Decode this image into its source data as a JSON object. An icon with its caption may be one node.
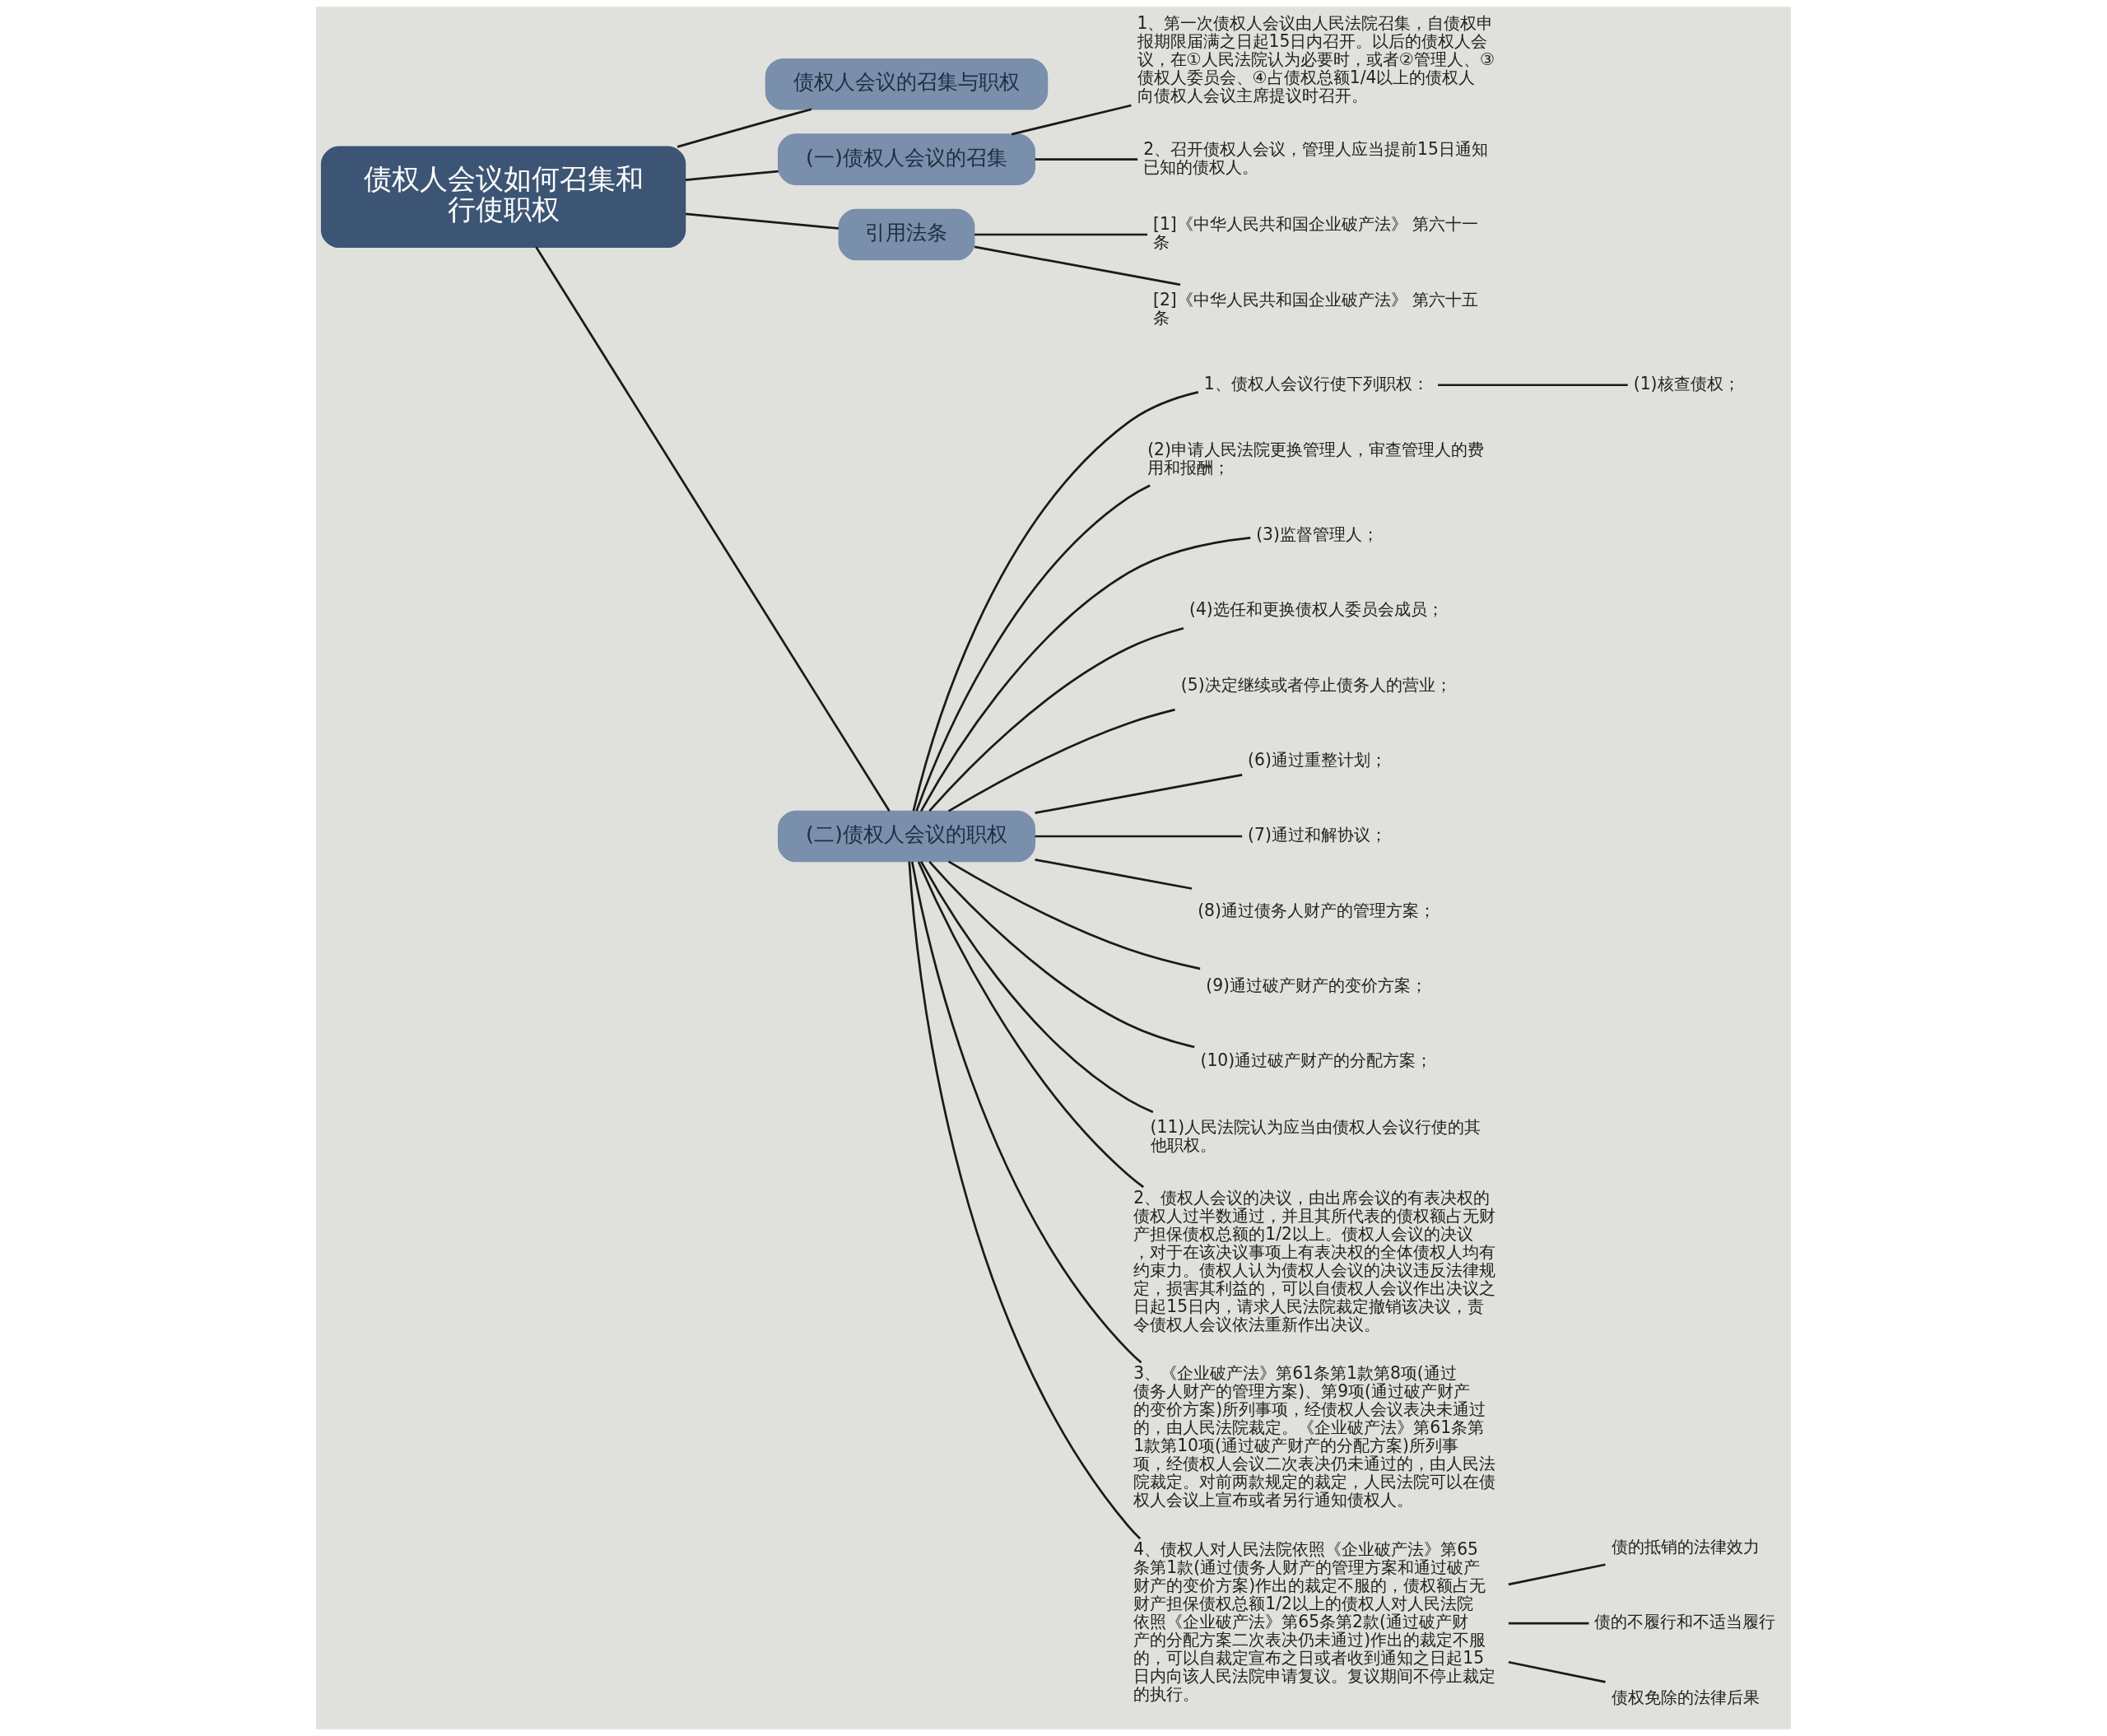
{
  "diagram": {
    "nodes": [
      {
        "text": [
          "债权人会议如何召集和行使职权"
        ]
      },
      {
        "text": [
          "债权人会议的召集与职权"
        ]
      },
      {
        "text": [
          "(一)债权人会议的召集"
        ]
      },
      {
        "text": [
          "1、第一次债权人会议由人民法院召集，自债权申报期限届满之日起15日内召开。以后的债权人会议，在①人民法院认为必要时，或者②管理人、③债权人委员会、④占债权总额1/4以上的债权人向债权人会议主席提议时召开。"
        ]
      },
      {
        "text": [
          "2、召开债权人会议，管理人应当提前15日通知已知的债权人。"
        ]
      },
      {
        "text": [
          "引用法条"
        ]
      },
      {
        "text": [
          "[1]《中华人民共和国企业破产法》 第六十一条"
        ]
      },
      {
        "text": [
          "[2]《中华人民共和国企业破产法》 第六十五条"
        ]
      },
      {
        "text": [
          "(二)债权人会议的职权"
        ]
      },
      {
        "text": [
          "1、债权人会议行使下列职权："
        ]
      },
      {
        "text": [
          "(1)核查债权；"
        ]
      },
      {
        "text": [
          "(2)申请人民法院更换管理人，审查管理人的费用和报酬；"
        ]
      },
      {
        "text": [
          "(3)监督管理人；"
        ]
      },
      {
        "text": [
          "(4)选任和更换债权人委员会成员；"
        ]
      },
      {
        "text": [
          "(5)决定继续或者停止债务人的营业；"
        ]
      },
      {
        "text": [
          "(6)通过重整计划；"
        ]
      },
      {
        "text": [
          "(7)通过和解协议；"
        ]
      },
      {
        "text": [
          "(8)通过债务人财产的管理方案；"
        ]
      },
      {
        "text": [
          "(9)通过破产财产的变价方案；"
        ]
      },
      {
        "text": [
          "(10)通过破产财产的分配方案；"
        ]
      },
      {
        "text": [
          "(11)人民法院认为应当由债权人会议行使的其他职权。"
        ]
      },
      {
        "text": [
          "2、债权人会议的决议，由出席会议的有表决权的债权人过半数通过，并且其所代表的债权额占无财产担保债权总额的1/2以上。债权人会议的决议，对于在该决议事项上有表决权的全体债权人均有约束力。债权人认为债权人会议的决议违反法律规定，损害其利益的，可以自债权人会议作出决议之日起15日内，请求人民法院裁定撤销该决议，责令债权人会议依法重新作出决议。"
        ]
      },
      {
        "text": [
          "3、《企业破产法》第61条第1款第8项(通过债务人财产的管理方案)、第9项(通过破产财产的变价方案)所列事项，经债权人会议表决未通过的，由人民法院裁定。《企业破产法》第61条第1款第10项(通过破产财产的分配方案)所列事项，经债权人会议二次表决仍未通过的，由人民法院裁定。对前两款规定的裁定，人民法院可以在债权人会议上宣布或者另行通知债权人。"
        ]
      },
      {
        "text": [
          "4、债权人对人民法院依照《企业破产法》第65条第1款(通过债务人财产的管理方案和通过破产财产的变价方案)作出的裁定不服的，债权额占无财产担保债权总额1/2以上的债权人对人民法院依照《企业破产法》第65条第2款(通过破产财产的分配方案二次表决仍未通过)作出的裁定不服的，可以自裁定宣布之日或者收到通知之日起15日内向该人民法院申请复议。复议期间不停止裁定的执行。"
        ]
      },
      {
        "text": [
          "债的抵销的法律效力"
        ]
      },
      {
        "text": [
          "债的不履行和不适当履行"
        ]
      },
      {
        "text": [
          "债权免除的法律后果"
        ]
      }
    ],
    "edges": [
      {
        "from": 0,
        "to": 1,
        "arrow": "none"
      },
      {
        "from": 0,
        "to": 2,
        "arrow": "none"
      },
      {
        "from": 2,
        "to": 3,
        "arrow": "none"
      },
      {
        "from": 2,
        "to": 4,
        "arrow": "none"
      },
      {
        "from": 0,
        "to": 5,
        "arrow": "none"
      },
      {
        "from": 5,
        "to": 6,
        "arrow": "none"
      },
      {
        "from": 5,
        "to": 7,
        "arrow": "none"
      },
      {
        "from": 0,
        "to": 8,
        "arrow": "none"
      },
      {
        "from": 8,
        "to": 9,
        "arrow": "none"
      },
      {
        "from": 9,
        "to": 10,
        "arrow": "none"
      },
      {
        "from": 8,
        "to": 11,
        "arrow": "none"
      },
      {
        "from": 8,
        "to": 12,
        "arrow": "none"
      },
      {
        "from": 8,
        "to": 13,
        "arrow": "none"
      },
      {
        "from": 8,
        "to": 14,
        "arrow": "none"
      },
      {
        "from": 8,
        "to": 15,
        "arrow": "none"
      },
      {
        "from": 8,
        "to": 16,
        "arrow": "none"
      },
      {
        "from": 8,
        "to": 17,
        "arrow": "none"
      },
      {
        "from": 8,
        "to": 18,
        "arrow": "none"
      },
      {
        "from": 8,
        "to": 19,
        "arrow": "none"
      },
      {
        "from": 8,
        "to": 20,
        "arrow": "none"
      },
      {
        "from": 8,
        "to": 21,
        "arrow": "none"
      },
      {
        "from": 8,
        "to": 22,
        "arrow": "none"
      },
      {
        "from": 8,
        "to": 23,
        "arrow": "none"
      },
      {
        "from": 23,
        "to": 24,
        "arrow": "none"
      },
      {
        "from": 23,
        "to": 25,
        "arrow": "none"
      },
      {
        "from": 23,
        "to": 26,
        "arrow": "none"
      }
    ]
  }
}
